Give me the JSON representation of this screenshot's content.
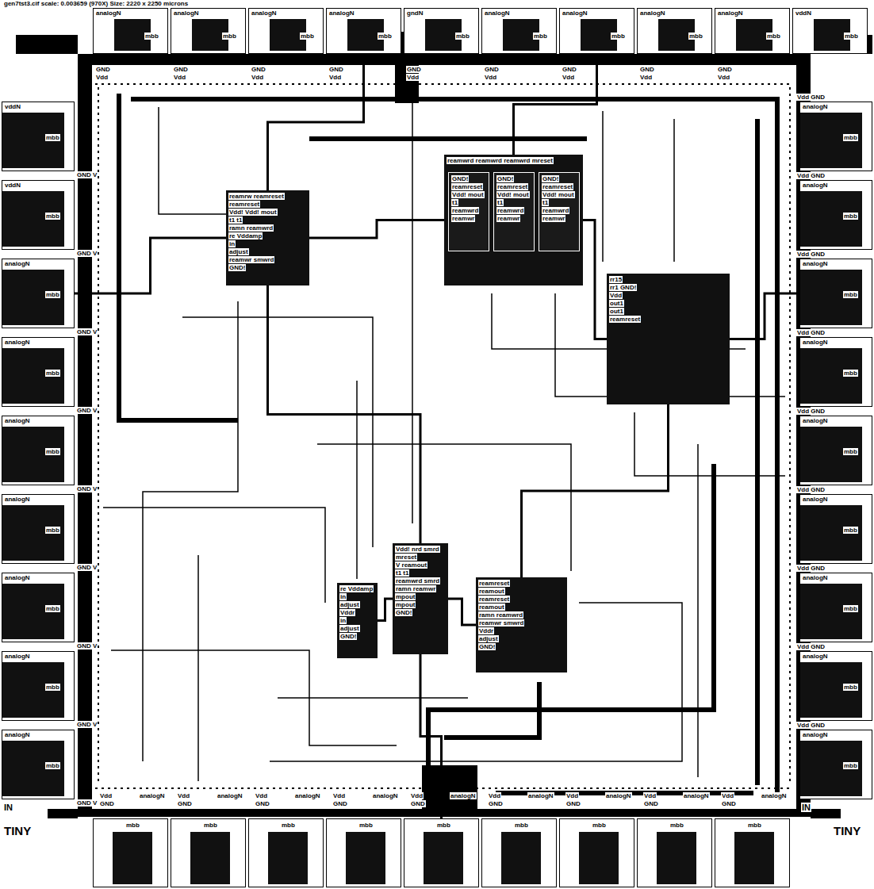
{
  "diagram": {
    "title": "gen7tst3.cif scale: 0.003659 (970X) Size: 2220 x 2250 microns",
    "nodes": [
      {
        "text": [
          "analogN",
          "mbb"
        ]
      },
      {
        "text": [
          "analogN",
          "mbb"
        ]
      },
      {
        "text": [
          "analogN",
          "mbb"
        ]
      },
      {
        "text": [
          "analogN",
          "mbb"
        ]
      },
      {
        "text": [
          "gndN",
          "mbb"
        ]
      },
      {
        "text": [
          "analogN",
          "mbb"
        ]
      },
      {
        "text": [
          "analogN",
          "mbb"
        ]
      },
      {
        "text": [
          "analogN",
          "mbb"
        ]
      },
      {
        "text": [
          "analogN",
          "mbb"
        ]
      },
      {
        "text": [
          "vddN",
          "mbb"
        ]
      },
      {
        "text": [
          "vddN",
          "mbb"
        ]
      },
      {
        "text": [
          "vddN",
          "mbb"
        ]
      },
      {
        "text": [
          "analogN",
          "mbb"
        ]
      },
      {
        "text": [
          "analogN",
          "mbb"
        ]
      },
      {
        "text": [
          "analogN",
          "mbb"
        ]
      },
      {
        "text": [
          "analogN",
          "mbb"
        ]
      },
      {
        "text": [
          "analogN",
          "mbb"
        ]
      },
      {
        "text": [
          "analogN",
          "mbb"
        ]
      },
      {
        "text": [
          "analogN",
          "mbb"
        ]
      },
      {
        "text": [
          "analogN",
          "mbb"
        ]
      },
      {
        "text": [
          "analogN",
          "mbb"
        ]
      },
      {
        "text": [
          "analogN",
          "mbb"
        ]
      },
      {
        "text": [
          "analogN",
          "mbb"
        ]
      },
      {
        "text": [
          "analogN",
          "mbb"
        ]
      },
      {
        "text": [
          "analogN",
          "mbb"
        ]
      },
      {
        "text": [
          "analogN",
          "mbb"
        ]
      },
      {
        "text": [
          "analogN",
          "mbb"
        ]
      },
      {
        "text": [
          "analogN",
          "mbb"
        ]
      },
      {
        "text": [
          "mbb"
        ]
      },
      {
        "text": [
          "mbb"
        ]
      },
      {
        "text": [
          "mbb"
        ]
      },
      {
        "text": [
          "mbb"
        ]
      },
      {
        "text": [
          "mbb"
        ]
      },
      {
        "text": [
          "mbb"
        ]
      },
      {
        "text": [
          "mbb"
        ]
      },
      {
        "text": [
          "mbb"
        ]
      },
      {
        "text": [
          "mbb"
        ]
      },
      {
        "text": [
          "reamrw reamreset",
          "reamreset",
          "Vdd! Vdd! mout",
          "t1 t1",
          "ramn reamwrd",
          "re Vddamp",
          "in",
          "adjust",
          "reamwr smwrd",
          "GND!"
        ]
      },
      {
        "text": [
          "reamwrd reamwrd reamwrd mreset"
        ]
      },
      {
        "text": [
          "GND!",
          "reamreset",
          "Vdd! mout",
          "t1",
          "reamwrd",
          "reamwr"
        ],
        "in": 38
      },
      {
        "text": [
          "GND!",
          "reamreset",
          "Vdd! mout",
          "t1",
          "reamwrd",
          "reamwr"
        ],
        "in": 38
      },
      {
        "text": [
          "GND!",
          "reamreset",
          "Vdd! mout",
          "t1",
          "reamwrd",
          "reamwr"
        ],
        "in": 38
      },
      {
        "text": [
          "rr15",
          "rr1 GND!",
          "Vdd",
          "out1",
          "out1",
          "reamreset"
        ]
      },
      {
        "text": [
          "re Vddamp",
          "in",
          "adjust",
          "Vddr",
          "in",
          "adjust",
          "GND!"
        ]
      },
      {
        "text": [
          "Vdd! nrd smrd",
          "mreset",
          "V reamout",
          "t1 t1",
          "reamwrd smrd",
          "ramn reamwr",
          "mpout",
          "mpout",
          "GND!"
        ]
      },
      {
        "text": [
          "reamreset",
          "reamout",
          "reamreset",
          "reamout",
          "ramn reamwrd",
          "reamwr smwrd",
          "Vddr",
          "adjust",
          "GND!"
        ]
      }
    ],
    "edges": [
      {
        "from": 37,
        "to": 38,
        "arrow": "none"
      },
      {
        "from": 38,
        "to": 42,
        "arrow": "none"
      },
      {
        "from": 37,
        "to": 44,
        "arrow": "none"
      },
      {
        "from": 43,
        "to": 44,
        "arrow": "none"
      },
      {
        "from": 44,
        "to": 45,
        "arrow": "none"
      },
      {
        "from": 42,
        "to": 45,
        "arrow": "none"
      },
      {
        "from": 12,
        "to": 37,
        "arrow": "none"
      },
      {
        "from": 3,
        "to": 37,
        "arrow": "none"
      },
      {
        "from": 6,
        "to": 38,
        "arrow": "none"
      },
      {
        "from": 21,
        "to": 42,
        "arrow": "none"
      },
      {
        "from": 32,
        "to": 44,
        "arrow": "none"
      }
    ],
    "labels": [
      "GND",
      "Vdd",
      "GND",
      "Vdd",
      "GND",
      "Vdd",
      "GND",
      "Vdd",
      "GND",
      "Vdd",
      "GND",
      "Vdd",
      "GND",
      "Vdd",
      "GND",
      "Vdd",
      "GND",
      "Vdd",
      "GND V",
      "GND V",
      "GND V",
      "GND V",
      "GND V",
      "GND V",
      "GND V",
      "GND V",
      "GND V",
      "Vdd GND",
      "Vdd GND",
      "Vdd GND",
      "Vdd GND",
      "Vdd GND",
      "Vdd GND",
      "Vdd GND",
      "Vdd GND",
      "Vdd GND",
      "Vdd",
      "analogN",
      "GND",
      "Vdd",
      "analogN",
      "GND",
      "Vdd",
      "analogN",
      "GND",
      "Vdd",
      "analogN",
      "GND",
      "Vdd",
      "analogN",
      "GND",
      "Vdd",
      "analogN",
      "GND",
      "Vdd",
      "analogN",
      "GND",
      "Vdd",
      "analogN",
      "GND",
      "Vdd",
      "analogN",
      "GND",
      "IN",
      "TINY",
      "IN",
      "TINY"
    ]
  }
}
